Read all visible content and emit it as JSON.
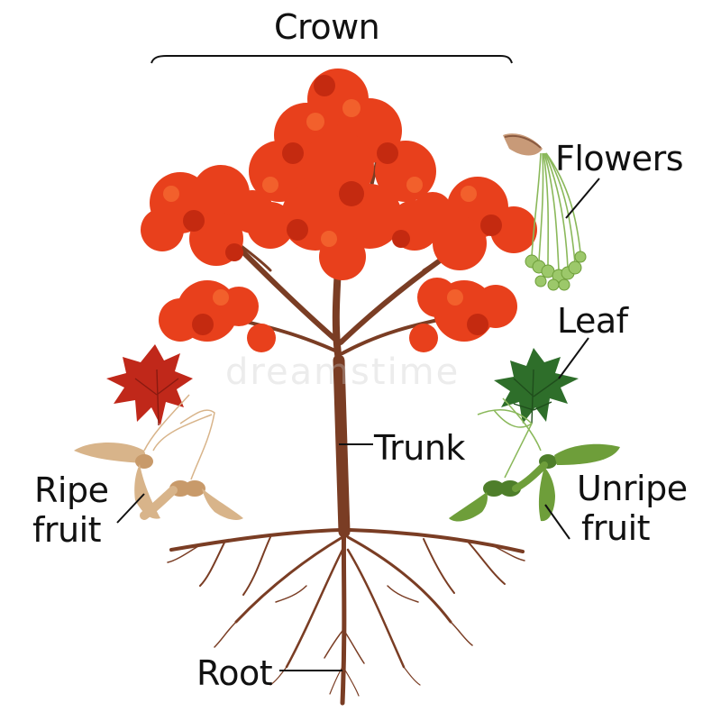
{
  "labels": {
    "crown": "Crown",
    "flowers": "Flowers",
    "leaf": "Leaf",
    "trunk": "Trunk",
    "ripe_fruit_line1": "Ripe",
    "ripe_fruit_line2": "fruit",
    "unripe_fruit_line1": "Unripe",
    "unripe_fruit_line2": "fruit",
    "root": "Root"
  },
  "watermark": "dreamstime",
  "colors": {
    "foliage": "#e8401c",
    "foliage_dark": "#c42a10",
    "foliage_light": "#f2602c",
    "bark": "#7a3d24",
    "green_leaf": "#2e6e2a",
    "unripe_fruit": "#6e9e3a",
    "ripe_fruit": "#d8b48a",
    "flower_green": "#9cc86a",
    "ripe_leaf": "#c0281a"
  }
}
